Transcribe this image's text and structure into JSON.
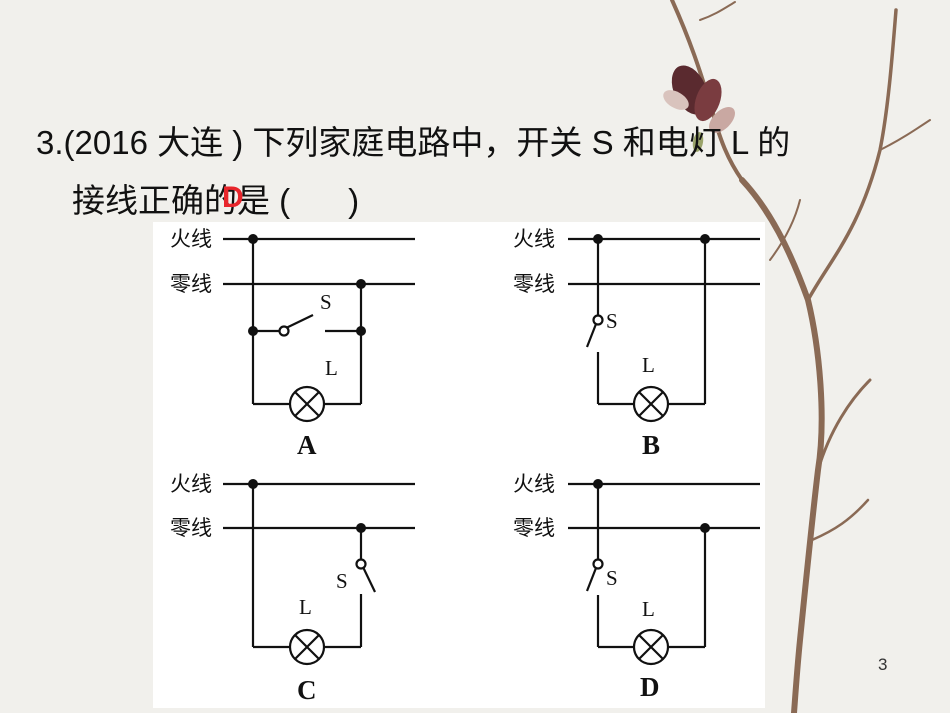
{
  "question": {
    "line1": "3.(2016 大连 ) 下列家庭电路中，开关 S 和电灯 L 的",
    "line2": "接线正确的是 (",
    "close_paren": ")",
    "answer": "D"
  },
  "labels": {
    "live_wire": "火线",
    "neutral_wire": "零线",
    "switch": "S",
    "lamp": "L"
  },
  "diagrams": [
    {
      "caption": "A"
    },
    {
      "caption": "B"
    },
    {
      "caption": "C"
    },
    {
      "caption": "D"
    }
  ],
  "page_number": "3"
}
